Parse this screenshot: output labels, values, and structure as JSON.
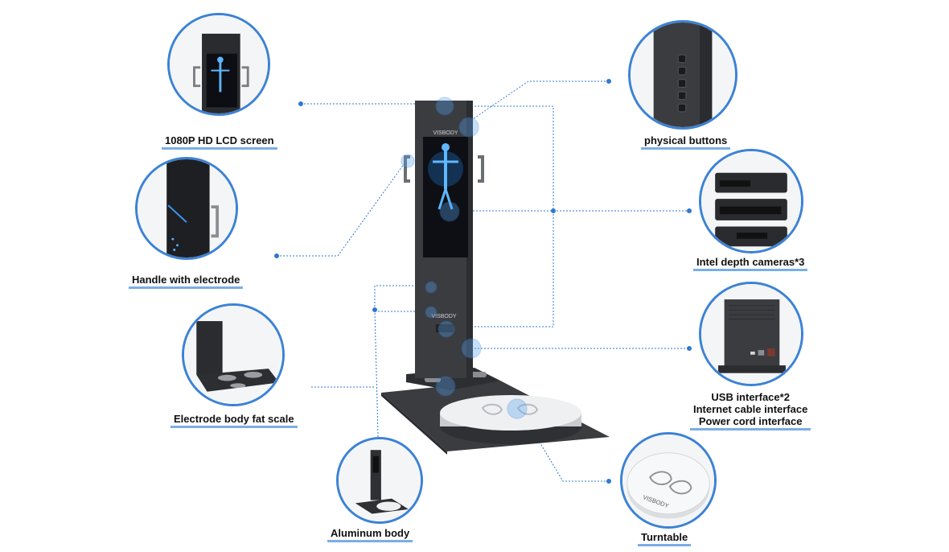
{
  "callouts": {
    "lcd_screen": {
      "label": "1080P HD LCD screen"
    },
    "handle": {
      "label": "Handle with electrode"
    },
    "fat_scale": {
      "label": "Electrode body fat scale"
    },
    "aluminum": {
      "label": "Aluminum body"
    },
    "buttons": {
      "label": "physical buttons"
    },
    "cameras": {
      "label": "Intel depth cameras*3"
    },
    "interfaces": {
      "lines": [
        "USB interface*2",
        "Internet  cable interface",
        "Power  cord interface"
      ]
    },
    "turntable": {
      "label": "Turntable"
    }
  },
  "brand": {
    "device_logo": "VISBODY",
    "turntable_logo": "VISBODY"
  },
  "colors": {
    "accent": "#3b82d6",
    "connector": "#2f78d4",
    "device_body": "#3a3c40",
    "screen_glow": "#2e8fe0"
  }
}
